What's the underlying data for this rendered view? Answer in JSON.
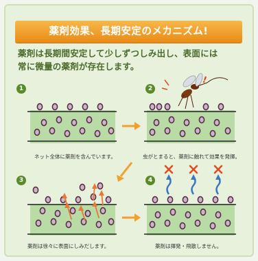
{
  "title": "薬剤効果、長期安定のメカニズム!",
  "intro": {
    "line1": "薬剤は長期間安定して少しずつしみ出し、表面には",
    "line2": "常に微量の薬剤が存在します。"
  },
  "steps": [
    {
      "number": "1",
      "caption": "ネット全体に薬剤を含んでいます。"
    },
    {
      "number": "2",
      "caption": "虫がとまると、薬剤に触れて効果を発揮。"
    },
    {
      "number": "3",
      "caption": "薬剤は徐々に表面にしみだします。"
    },
    {
      "number": "4",
      "caption": "薬剤は揮発・飛散しません。"
    }
  ],
  "colors": {
    "banner": "#e98a16",
    "intro_text": "#4b6b2c",
    "net_band": "#b9dca6",
    "particle_fill": "#c9b7c6",
    "particle_stroke": "#5b2c4b",
    "arrow": "#f2a02a",
    "cross": "#e24a1e",
    "vapor": "#3b78c4",
    "upflow": "#e8773a"
  },
  "icons": [
    "mosquito-icon",
    "exclamation-icon",
    "cross-icon",
    "wavy-arrow-icon"
  ]
}
